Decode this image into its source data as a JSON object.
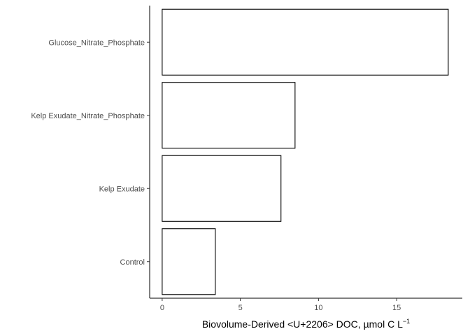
{
  "chart_data": {
    "type": "bar",
    "orientation": "horizontal",
    "categories": [
      "Control",
      "Kelp Exudate",
      "Kelp Exudate_Nitrate_Phosphate",
      "Glucose_Nitrate_Phosphate"
    ],
    "values": [
      3.4,
      7.6,
      8.5,
      18.3
    ],
    "xlabel": {
      "main": "Biovolume-Derived <U+2206> DOC, µmol C L",
      "superscript": "−1"
    },
    "ylabel": "",
    "xlim": [
      -0.8,
      19.2
    ],
    "x_ticks": [
      0,
      5,
      10,
      15
    ],
    "bar_fill": "#ffffff",
    "bar_stroke": "#000000",
    "grid": false,
    "legend": "none"
  }
}
